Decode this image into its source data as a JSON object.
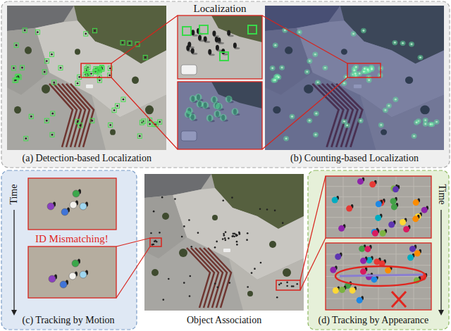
{
  "diagram": {
    "nodes": [
      {
        "text": [
          "Localization"
        ]
      },
      {
        "text": [
          "(a) Detection-based Localization"
        ],
        "in": 0
      },
      {
        "text": [
          "(b) Counting-based Localization"
        ],
        "in": 0
      },
      {
        "text": [
          "Time",
          "ID Mismatching!",
          "(c) Tracking by Motion"
        ]
      },
      {
        "text": [
          "Object Association"
        ]
      },
      {
        "text": [
          "Time",
          "(d) Tracking by Appearance"
        ]
      }
    ]
  }
}
